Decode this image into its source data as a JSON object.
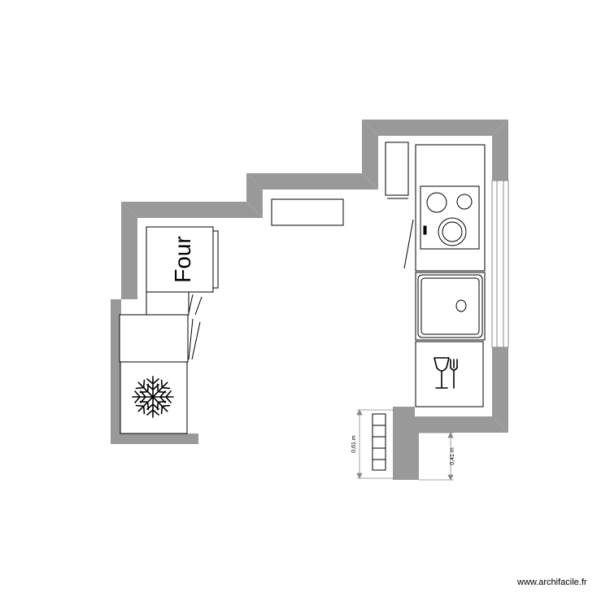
{
  "plan": {
    "wall_color": "#999999",
    "line_color": "#000000",
    "oven_label": "Four",
    "dimension_left": "0,61 m",
    "dimension_right": "0,41 m"
  },
  "footer": {
    "watermark": "www.archifacile.fr"
  }
}
